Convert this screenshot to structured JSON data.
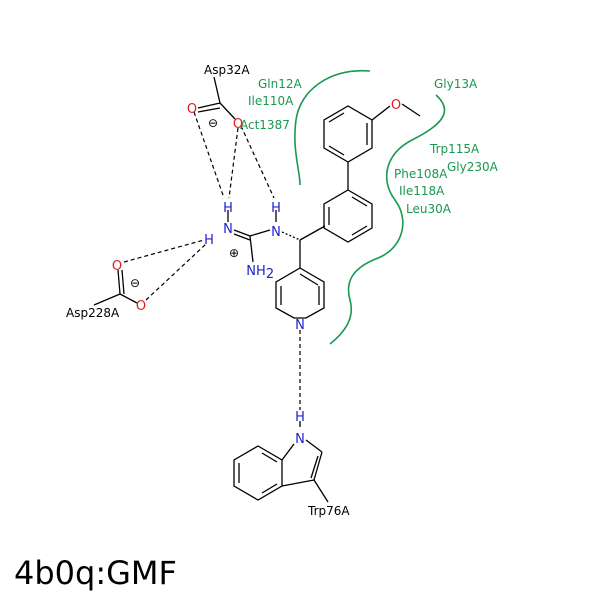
{
  "title": "4b0q:GMF",
  "colors": {
    "residue": "#1a9850",
    "nitrogen": "#1f1fd1",
    "oxygen": "#e31a1c",
    "bond": "#000000"
  },
  "residues": {
    "asp32a": "Asp32A",
    "gln12a": "Gln12A",
    "ile110a": "Ile110A",
    "act1387": "Act1387",
    "gly13a": "Gly13A",
    "trp115a": "Trp115A",
    "gly230a": "Gly230A",
    "phe108a": "Phe108A",
    "ile118a": "Ile118A",
    "leu30a": "Leu30A",
    "asp228a": "Asp228A",
    "trp76a": "Trp76A"
  },
  "atoms": {
    "o": "O",
    "n": "N",
    "h": "H",
    "nh2": "NH",
    "nh2_sub": "2",
    "plus": "⊕",
    "minus": "⊖"
  }
}
